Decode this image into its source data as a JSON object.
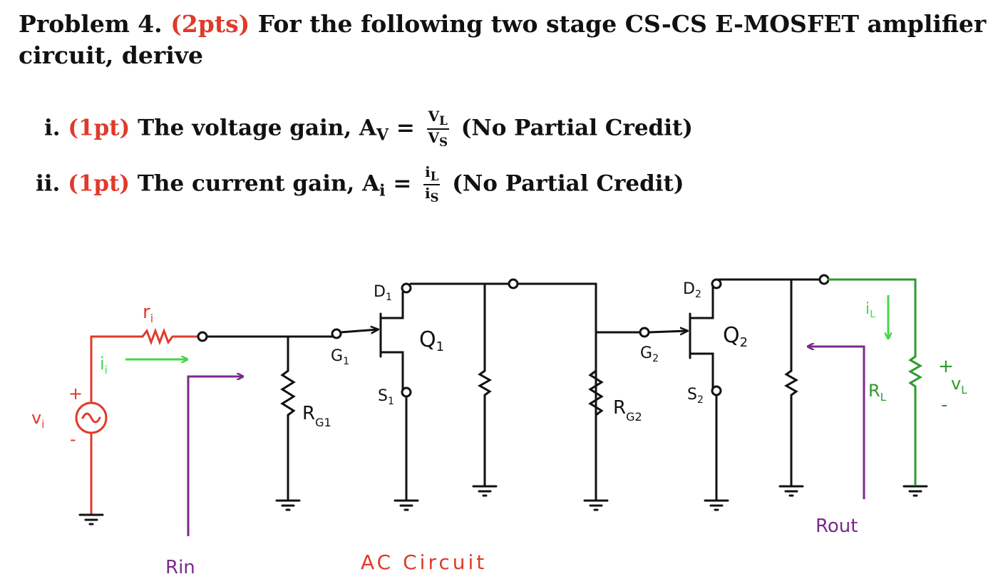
{
  "problem": {
    "label": "Problem 4.",
    "points": "(2pts)",
    "text": "For the following two stage CS-CS E-MOSFET amplifier circuit, derive"
  },
  "items": [
    {
      "numeral": "i.",
      "points": "(1pt)",
      "text": "The voltage gain, A",
      "symbol_sub": "V",
      "equals": "=",
      "numerator": "V",
      "numerator_sub": "L",
      "denominator": "V",
      "denominator_sub": "S",
      "note": "(No Partial Credit)"
    },
    {
      "numeral": "ii.",
      "points": "(1pt)",
      "text": "The current gain, A",
      "symbol_sub": "i",
      "equals": "=",
      "numerator": "i",
      "numerator_sub": "L",
      "denominator": "i",
      "denominator_sub": "S",
      "note": "(No Partial Credit)"
    }
  ],
  "circuit": {
    "labels": {
      "ri": "r",
      "ri_sub": "i",
      "ii": "i",
      "ii_sub": "i",
      "vi": "v",
      "vi_sub": "i",
      "plus": "+",
      "minus": "-",
      "g1": "G",
      "g1_sub": "1",
      "d1": "D",
      "d1_sub": "1",
      "s1": "S",
      "s1_sub": "1",
      "q1": "Q",
      "q1_sub": "1",
      "rg1": "R",
      "rg1_sub": "G1",
      "g2": "G",
      "g2_sub": "2",
      "d2": "D",
      "d2_sub": "2",
      "s2": "S",
      "s2_sub": "2",
      "q2": "Q",
      "q2_sub": "2",
      "rg2": "R",
      "rg2_sub": "G2",
      "il": "i",
      "il_sub": "L",
      "rl": "R",
      "rl_sub": "L",
      "vl_plus": "+",
      "vl": "v",
      "vl_sub": "L",
      "vl_minus": "-",
      "rin": "Rin",
      "rout": "Rout",
      "caption": "AC Circuit"
    },
    "colors": {
      "wire": "#111111",
      "source": "#e03a2a",
      "current_arrow": "#44d84a",
      "resistance_arrow": "#7b2a8c",
      "load": "#2e9a2e",
      "points_text": "#e03a2a"
    }
  }
}
